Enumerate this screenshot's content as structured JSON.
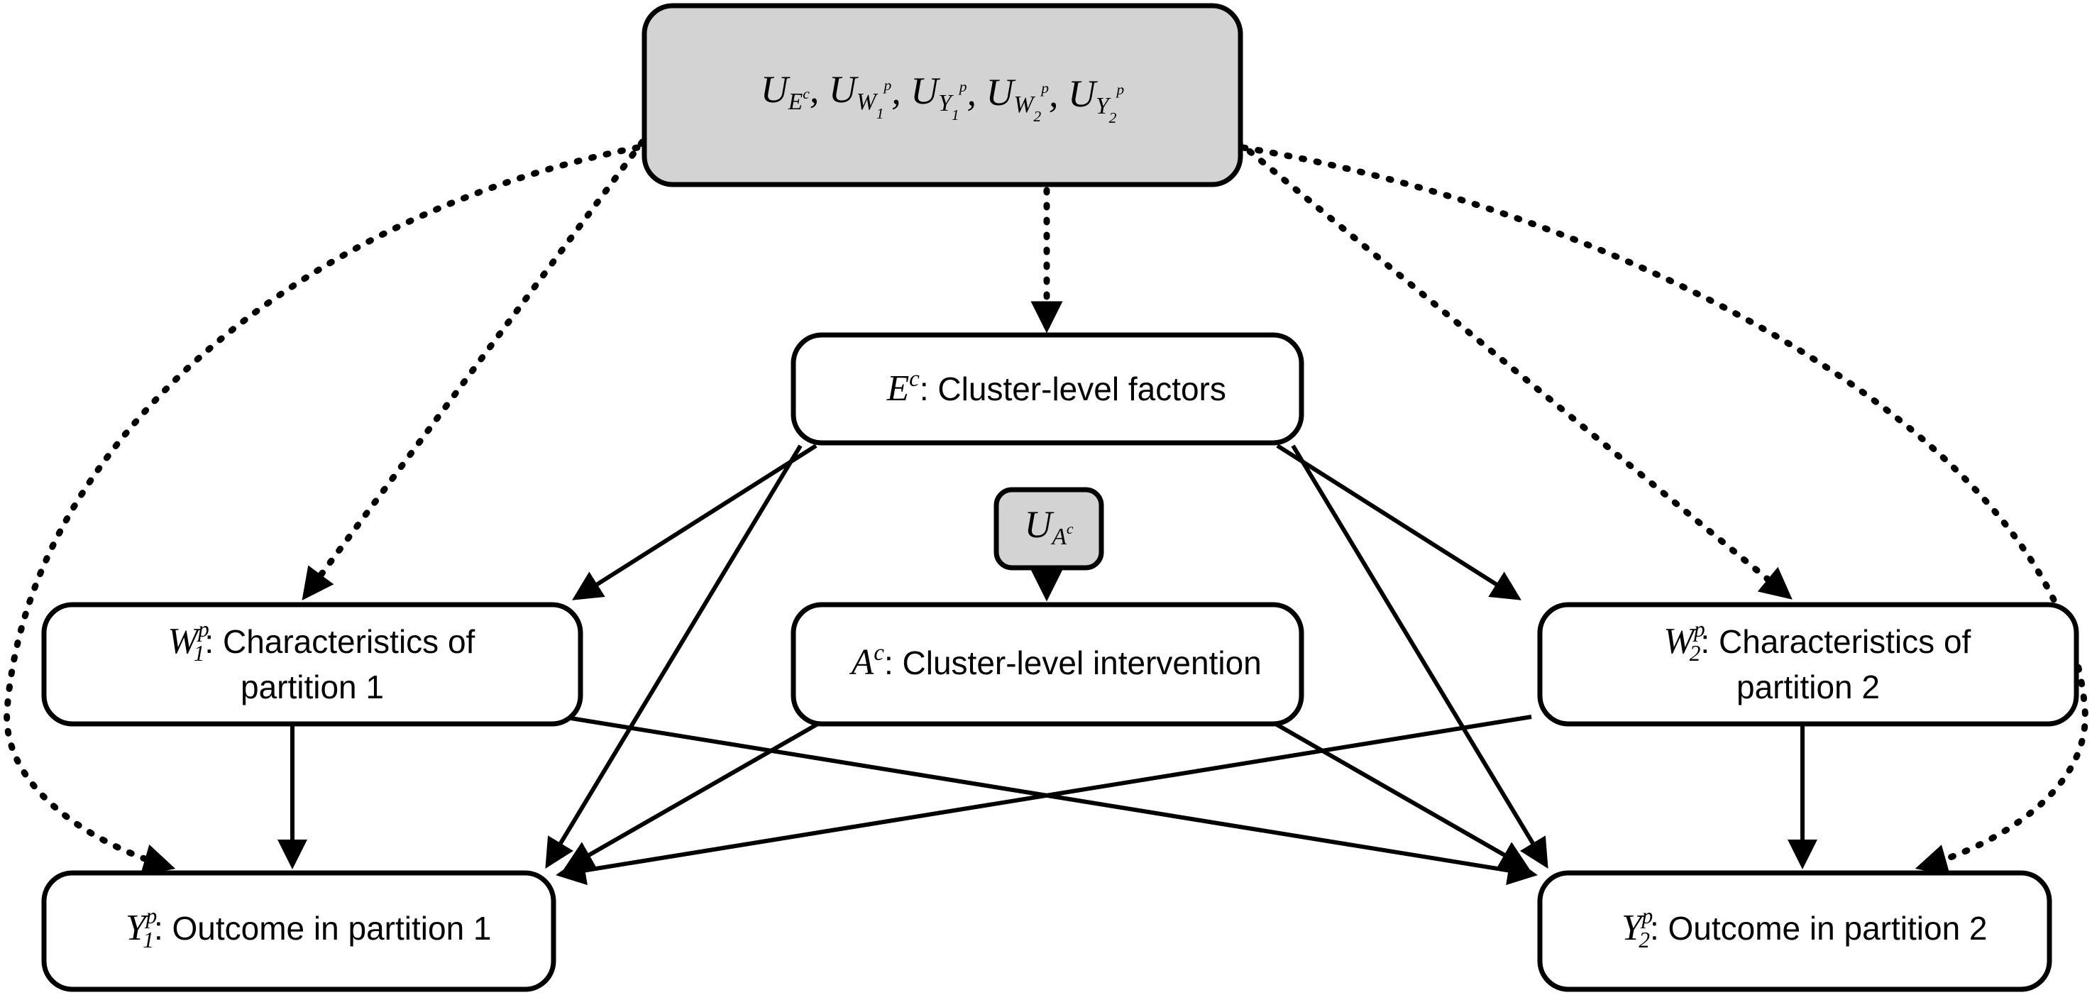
{
  "diagram": {
    "type": "causal-dag",
    "title": "",
    "background_color": "#ffffff",
    "node_fill": "#ffffff",
    "shaded_fill": "#d3d3d3",
    "stroke_color": "#000000"
  },
  "nodes": {
    "exogenous_cluster": {
      "id": "U-exogenous",
      "shaded": true,
      "text_plain": "U_{E^c}, U_{W_1^p}, U_{Y_1^p}, U_{W_2^p}, U_{Y_2^p}",
      "terms": [
        {
          "base": "U",
          "sub_base": "E",
          "sub_sup": "c",
          "sub_num": ""
        },
        {
          "base": "U",
          "sub_base": "W",
          "sub_sup": "p",
          "sub_num": "1"
        },
        {
          "base": "U",
          "sub_base": "Y",
          "sub_sup": "p",
          "sub_num": "1"
        },
        {
          "base": "U",
          "sub_base": "W",
          "sub_sup": "p",
          "sub_num": "2"
        },
        {
          "base": "U",
          "sub_base": "Y",
          "sub_sup": "p",
          "sub_num": "2"
        }
      ]
    },
    "u_a": {
      "id": "U-A",
      "shaded": true,
      "text_plain": "U_{A^c}",
      "var": "U",
      "sub_base": "A",
      "sub_sup": "c"
    },
    "e_c": {
      "id": "E-cluster-factors",
      "shaded": false,
      "var": "E",
      "sup": "c",
      "label": ": Cluster-level factors",
      "text_plain": "E^c: Cluster-level factors"
    },
    "a_c": {
      "id": "A-cluster-intervention",
      "shaded": false,
      "var": "A",
      "sup": "c",
      "label": ": Cluster-level intervention",
      "text_plain": "A^c: Cluster-level intervention"
    },
    "w1": {
      "id": "W1-characteristics",
      "shaded": false,
      "var": "W",
      "sup": "p",
      "sub": "1",
      "label_line1": ": Characteristics of",
      "label_line2": "partition 1",
      "text_plain": "W_1^p: Characteristics of partition 1"
    },
    "w2": {
      "id": "W2-characteristics",
      "shaded": false,
      "var": "W",
      "sup": "p",
      "sub": "2",
      "label_line1": ": Characteristics of",
      "label_line2": "partition 2",
      "text_plain": "W_2^p: Characteristics of partition 2"
    },
    "y1": {
      "id": "Y1-outcome",
      "shaded": false,
      "var": "Y",
      "sup": "p",
      "sub": "1",
      "label": ": Outcome in partition 1",
      "text_plain": "Y_1^p: Outcome in partition 1"
    },
    "y2": {
      "id": "Y2-outcome",
      "shaded": false,
      "var": "Y",
      "sup": "p",
      "sub": "2",
      "label": ": Outcome in partition 2",
      "text_plain": "Y_2^p: Outcome in partition 2"
    }
  },
  "edges": [
    {
      "from": "exogenous_cluster",
      "to": "e_c",
      "style": "dotted"
    },
    {
      "from": "exogenous_cluster",
      "to": "w1",
      "style": "dotted"
    },
    {
      "from": "exogenous_cluster",
      "to": "y1",
      "style": "dotted"
    },
    {
      "from": "exogenous_cluster",
      "to": "w2",
      "style": "dotted"
    },
    {
      "from": "exogenous_cluster",
      "to": "y2",
      "style": "dotted"
    },
    {
      "from": "u_a",
      "to": "a_c",
      "style": "dotted"
    },
    {
      "from": "e_c",
      "to": "w1",
      "style": "solid"
    },
    {
      "from": "e_c",
      "to": "w2",
      "style": "solid"
    },
    {
      "from": "e_c",
      "to": "y1",
      "style": "solid"
    },
    {
      "from": "e_c",
      "to": "y2",
      "style": "solid"
    },
    {
      "from": "a_c",
      "to": "y1",
      "style": "solid"
    },
    {
      "from": "a_c",
      "to": "y2",
      "style": "solid"
    },
    {
      "from": "w1",
      "to": "y1",
      "style": "solid"
    },
    {
      "from": "w1",
      "to": "y2",
      "style": "solid"
    },
    {
      "from": "w2",
      "to": "y2",
      "style": "solid"
    },
    {
      "from": "w2",
      "to": "y1",
      "style": "solid"
    }
  ]
}
